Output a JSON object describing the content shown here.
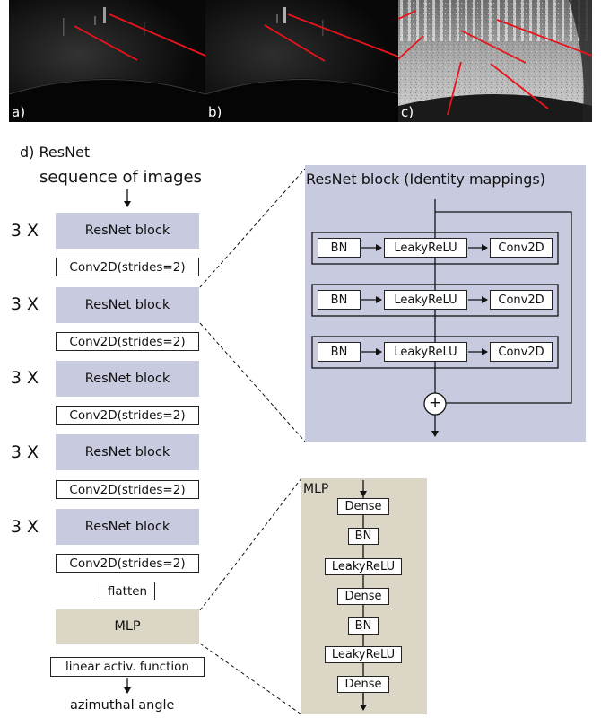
{
  "panels": [
    {
      "label": "a)"
    },
    {
      "label": "b)"
    },
    {
      "label": "c)"
    }
  ],
  "section_title": "d) ResNet",
  "input_label": "sequence of images",
  "stages": [
    {
      "repeat": "3 X",
      "block": "ResNet block",
      "conv": "Conv2D(strides=2)"
    },
    {
      "repeat": "3 X",
      "block": "ResNet block",
      "conv": "Conv2D(strides=2)"
    },
    {
      "repeat": "3 X",
      "block": "ResNet block",
      "conv": "Conv2D(strides=2)"
    },
    {
      "repeat": "3 X",
      "block": "ResNet block",
      "conv": "Conv2D(strides=2)"
    },
    {
      "repeat": "3 X",
      "block": "ResNet block",
      "conv": "Conv2D(strides=2)"
    }
  ],
  "flatten": "flatten",
  "mlp": "MLP",
  "activation": "linear activ. function",
  "output_label": "azimuthal angle",
  "resnet_detail": {
    "title": "ResNet block (Identity mappings)",
    "rows": [
      {
        "bn": "BN",
        "act": "LeakyReLU",
        "conv": "Conv2D"
      },
      {
        "bn": "BN",
        "act": "LeakyReLU",
        "conv": "Conv2D"
      },
      {
        "bn": "BN",
        "act": "LeakyReLU",
        "conv": "Conv2D"
      }
    ],
    "add_symbol": "+"
  },
  "mlp_detail": {
    "title": "MLP",
    "layers": [
      "Dense",
      "BN",
      "LeakyReLU",
      "Dense",
      "BN",
      "LeakyReLU",
      "Dense"
    ]
  },
  "colors": {
    "resnet_block": "#c8cae0",
    "mlp_block": "#dcd6c6",
    "track_line": "#e8141c"
  }
}
